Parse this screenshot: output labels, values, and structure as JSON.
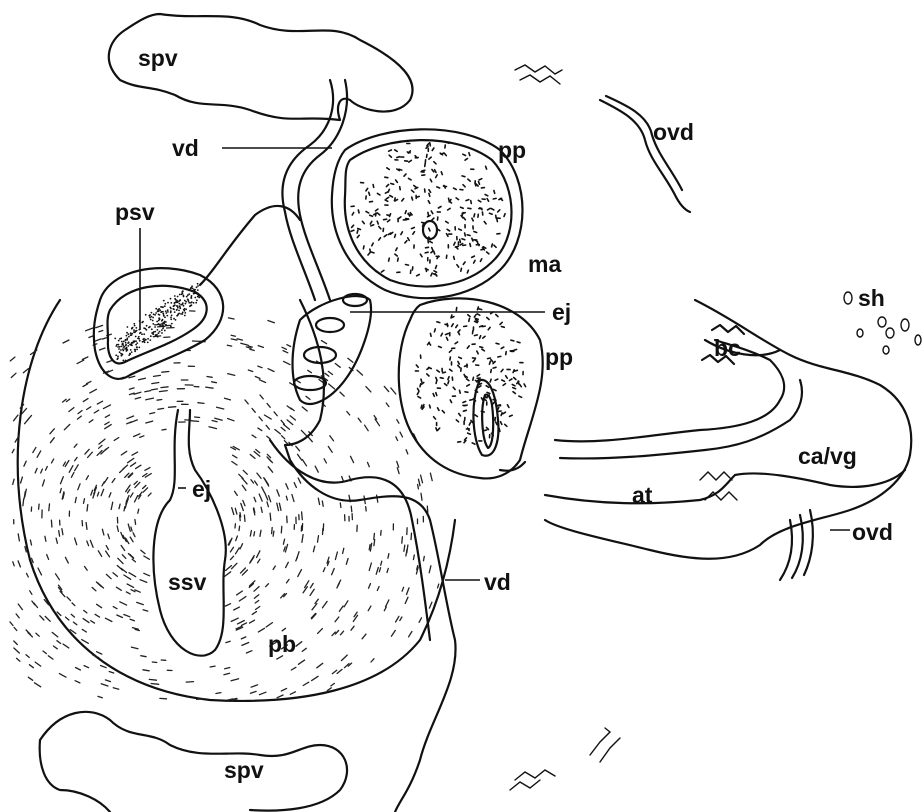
{
  "labels": {
    "spv_top": "spv",
    "vd_top": "vd",
    "pp_top": "pp",
    "ovd_top": "ovd",
    "psv": "psv",
    "ma": "ma",
    "ej_right": "ej",
    "pp_lower": "pp",
    "sh": "sh",
    "bc": "bc",
    "ca_vg": "ca/vg",
    "at": "at",
    "ovd_right": "ovd",
    "ej_left": "ej",
    "ssv": "ssv",
    "vd_lower": "vd",
    "pb": "pb",
    "spv_bottom": "spv"
  },
  "colors": {
    "ink": "#111111",
    "background": "#ffffff"
  }
}
